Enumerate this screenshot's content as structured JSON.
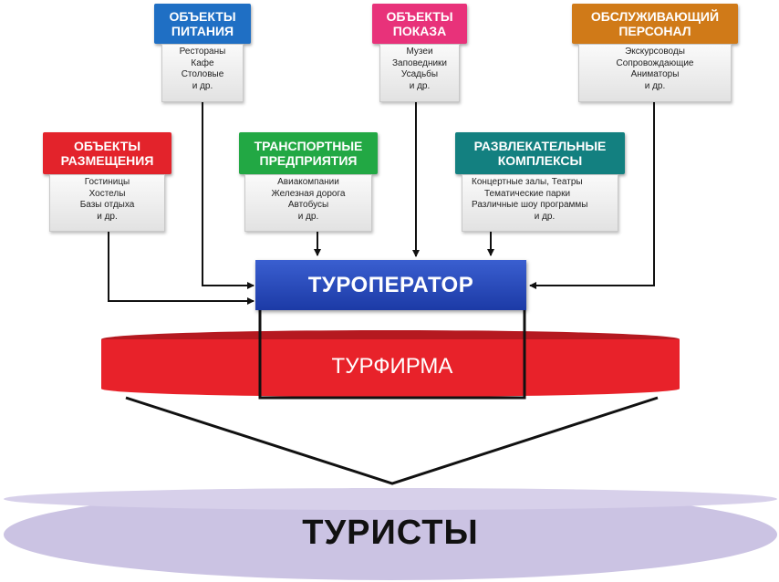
{
  "categories": {
    "food": {
      "title": [
        "ОБЪЕКТЫ",
        "ПИТАНИЯ"
      ],
      "items": [
        "Рестораны",
        "Кафе",
        "Столовые",
        "и др."
      ],
      "color": "#1f6fc4"
    },
    "show": {
      "title": [
        "ОБЪЕКТЫ",
        "ПОКАЗА"
      ],
      "items": [
        "Музеи",
        "Заповедники",
        "Усадьбы",
        "и др."
      ],
      "color": "#e8327a"
    },
    "staff": {
      "title": [
        "ОБСЛУЖИВАЮЩИЙ",
        "ПЕРСОНАЛ"
      ],
      "items": [
        "Экскурсоводы",
        "Сопровождающие",
        "Аниматоры",
        "и др."
      ],
      "color": "#d07a18"
    },
    "lodging": {
      "title": [
        "ОБЪЕКТЫ",
        "РАЗМЕЩЕНИЯ"
      ],
      "items": [
        "Гостиницы",
        "Хостелы",
        "Базы отдыха",
        "и др."
      ],
      "color": "#e3232b"
    },
    "transport": {
      "title": [
        "ТРАНСПОРТНЫЕ",
        "ПРЕДПРИЯТИЯ"
      ],
      "items": [
        "Авиакомпании",
        "Железная дорога",
        "Автобусы",
        "и др."
      ],
      "color": "#22a844"
    },
    "entertainment": {
      "title": [
        "РАЗВЛЕКАТЕЛЬНЫЕ",
        "КОМПЛЕКСЫ"
      ],
      "items": [
        "Концертные  залы, Театры",
        "Тематические  парки",
        "Различные  шоу программы",
        "и др."
      ],
      "color": "#138080"
    }
  },
  "touroperator": {
    "label": "ТУРОПЕРАТОР",
    "color": "#1f43b3"
  },
  "turfirma": {
    "label": "ТУРФИРМА",
    "color": "#e8222a"
  },
  "tourists": {
    "label": "ТУРИСТЫ",
    "color": "#cbc3e3"
  }
}
